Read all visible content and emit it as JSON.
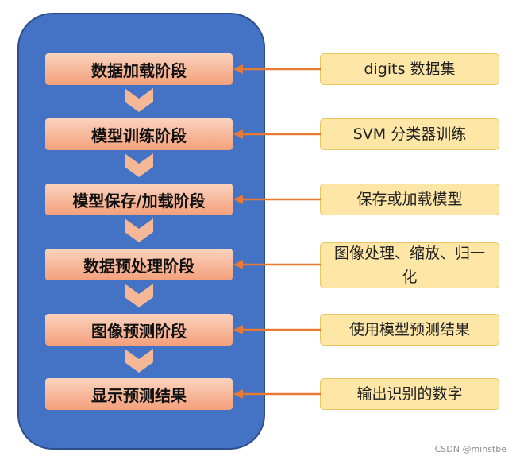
{
  "colors": {
    "panel": "#4472c4",
    "stage_fill_top": "#fbd3bf",
    "stage_fill_bottom": "#f4a07b",
    "note_fill": "#fde6a6",
    "arrow": "#e97a36",
    "chevron": "#f5b896"
  },
  "stages": [
    {
      "label": "数据加载阶段"
    },
    {
      "label": "模型训练阶段"
    },
    {
      "label": "模型保存/加载阶段"
    },
    {
      "label": "数据预处理阶段"
    },
    {
      "label": "图像预测阶段"
    },
    {
      "label": "显示预测结果"
    }
  ],
  "notes": [
    {
      "text": "digits 数据集"
    },
    {
      "text": "SVM 分类器训练"
    },
    {
      "text": "保存或加载模型"
    },
    {
      "text": "图像处理、缩放、归一化"
    },
    {
      "text": "使用模型预测结果"
    },
    {
      "text": "输出识别的数字"
    }
  ],
  "watermark": "CSDN @minstbe"
}
